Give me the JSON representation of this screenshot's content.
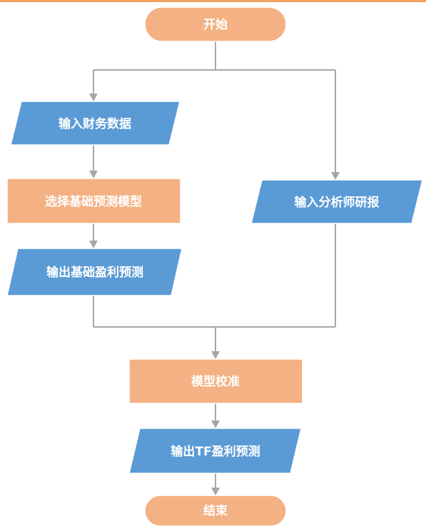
{
  "colors": {
    "terminal_fill": "#f4b183",
    "process_fill": "#f4b183",
    "io_fill": "#5b9bd5",
    "connector": "#a6a6a6",
    "text": "#ffffff",
    "top_rule": "#f0a35e"
  },
  "nodes": {
    "start": "开始",
    "input_financial": "输入财务数据",
    "select_model": "选择基础预测模型",
    "output_base": "输出基础盈利预测",
    "input_analyst": "输入分析师研报",
    "calibrate": "模型校准",
    "output_tf": "输出TF盈利预测",
    "end": "结束"
  }
}
